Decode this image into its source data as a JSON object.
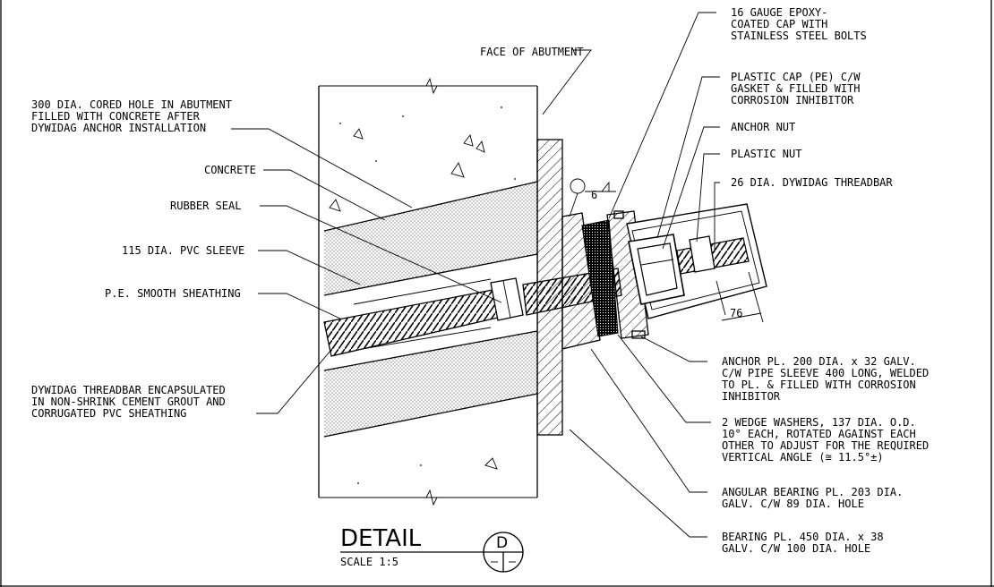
{
  "labels": {
    "face_of_abutment": "FACE OF ABUTMENT",
    "cored_hole": [
      "300 DIA. CORED HOLE IN ABUTMENT",
      "FILLED WITH CONCRETE AFTER",
      "DYWIDAG ANCHOR INSTALLATION"
    ],
    "concrete": "CONCRETE",
    "rubber_seal": "RUBBER SEAL",
    "pvc_sleeve": "115 DIA. PVC SLEEVE",
    "pe_sheathing": "P.E. SMOOTH SHEATHING",
    "threadbar_encapsulated": [
      "DYWIDAG THREADBAR ENCAPSULATED",
      "IN NON-SHRINK CEMENT GROUT AND",
      "CORRUGATED PVC SHEATHING"
    ],
    "epoxy_cap": [
      "16 GAUGE EPOXY-",
      "COATED CAP WITH",
      "STAINLESS STEEL BOLTS"
    ],
    "plastic_cap": [
      "PLASTIC CAP (PE) C/W",
      "GASKET & FILLED WITH",
      "CORROSION INHIBITOR"
    ],
    "anchor_nut": "ANCHOR NUT",
    "plastic_nut": "PLASTIC NUT",
    "threadbar_26": "26 DIA. DYWIDAG THREADBAR",
    "anchor_plate": [
      "ANCHOR PL. 200 DIA. x 32 GALV.",
      "C/W PIPE SLEEVE 400 LONG, WELDED",
      "TO PL. & FILLED WITH CORROSION",
      "INHIBITOR"
    ],
    "wedge_washers": [
      "2 WEDGE WASHERS, 137 DIA. O.D.",
      "10° EACH, ROTATED AGAINST EACH",
      "OTHER TO ADJUST FOR THE REQUIRED",
      "VERTICAL ANGLE (≅ 11.5°±)"
    ],
    "angular_bearing": [
      "ANGULAR BEARING PL. 203 DIA.",
      "GALV. C/W 89 DIA. HOLE"
    ],
    "bearing_plate": [
      "BEARING PL. 450 DIA. x 38",
      "GALV. C/W 100 DIA. HOLE"
    ],
    "weld_size": "6",
    "dim_76": "76"
  },
  "detail": {
    "title": "DETAIL",
    "scale": "SCALE 1:5",
    "letter": "D"
  }
}
